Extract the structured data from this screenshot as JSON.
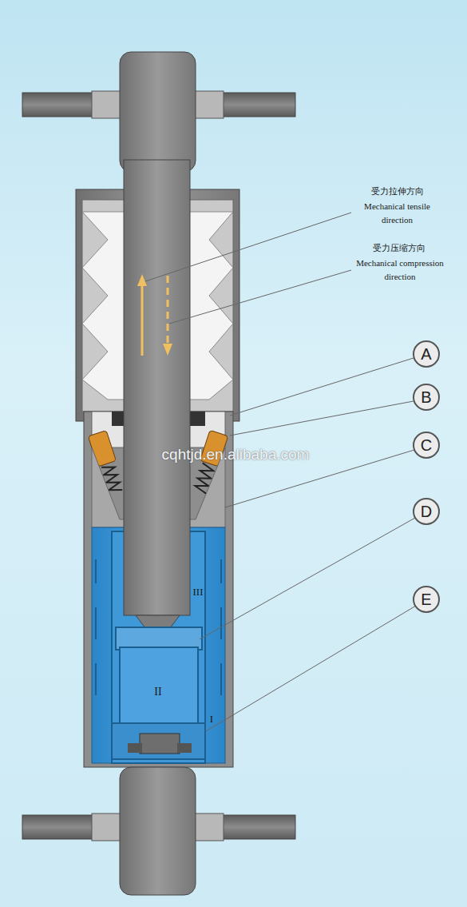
{
  "diagram": {
    "nodes": [
      {
        "text": [
          "A"
        ]
      },
      {
        "text": [
          "B"
        ]
      },
      {
        "text": [
          "C"
        ]
      },
      {
        "text": [
          "D"
        ]
      },
      {
        "text": [
          "E"
        ]
      }
    ],
    "labels": [
      "受力拉伸方向",
      "Mechanical tensile direction",
      "受力压缩方向",
      "Mechanical compression direction",
      "III",
      "II",
      "I",
      "cqhtjd.en.alibaba.com"
    ]
  }
}
